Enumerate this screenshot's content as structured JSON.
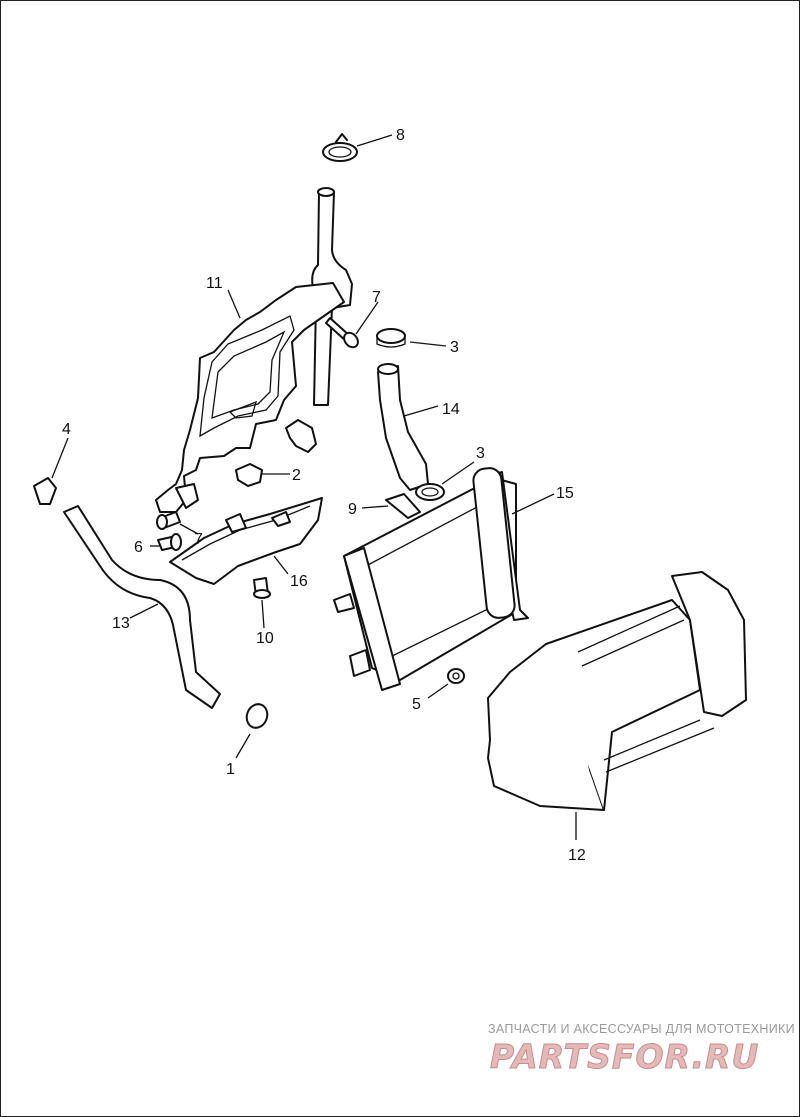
{
  "diagram": {
    "callouts": [
      {
        "id": "c8",
        "label": "8"
      },
      {
        "id": "c11",
        "label": "11"
      },
      {
        "id": "c7a",
        "label": "7"
      },
      {
        "id": "c3a",
        "label": "3"
      },
      {
        "id": "c14",
        "label": "14"
      },
      {
        "id": "c4",
        "label": "4"
      },
      {
        "id": "c2",
        "label": "2"
      },
      {
        "id": "c3b",
        "label": "3"
      },
      {
        "id": "c15",
        "label": "15"
      },
      {
        "id": "c9",
        "label": "9"
      },
      {
        "id": "c7b",
        "label": "7"
      },
      {
        "id": "c6",
        "label": "6"
      },
      {
        "id": "c16",
        "label": "16"
      },
      {
        "id": "c13",
        "label": "13"
      },
      {
        "id": "c10",
        "label": "10"
      },
      {
        "id": "c5",
        "label": "5"
      },
      {
        "id": "c1",
        "label": "1"
      },
      {
        "id": "c12",
        "label": "12"
      }
    ]
  },
  "watermark": {
    "caption": "ЗАПЧАСТИ И АКСЕССУАРЫ ДЛЯ МОТОТЕХНИКИ",
    "logo": "PARTSFOR.RU",
    "color": "#d9a0a0"
  }
}
